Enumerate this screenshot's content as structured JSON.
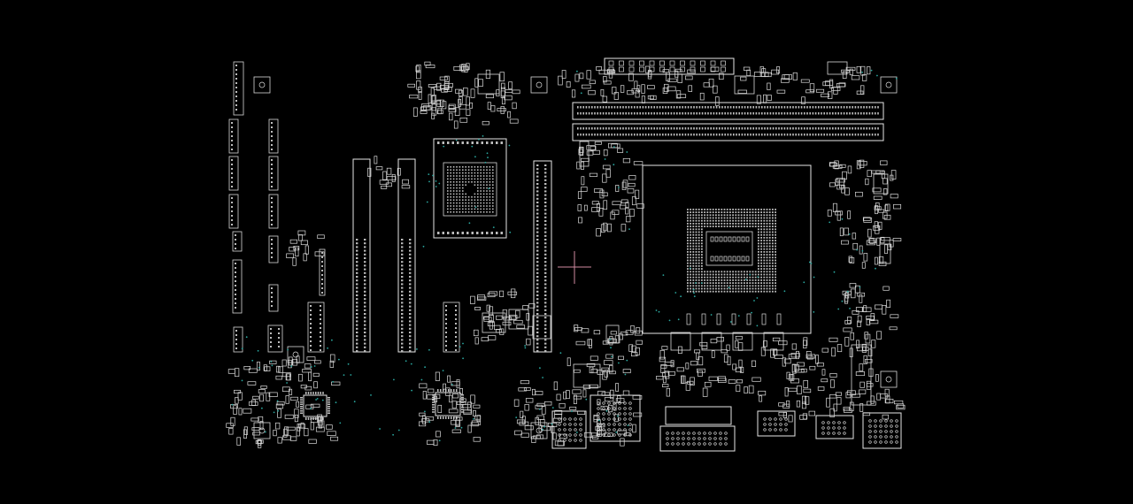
{
  "viewer": {
    "background": "#000000",
    "outline_color": "#e6e6e6",
    "pad_color": "#bdbdbd",
    "via_color": "#2aa8a0",
    "cursor_color": "#d08aa0",
    "cursor_icon": "crosshair-icon"
  },
  "board": {
    "components": [
      "cpu-socket",
      "pcie-slot-x16",
      "pcie-slot-x1",
      "dimm-slot-1",
      "dimm-slot-2",
      "chipset-bga",
      "atx-power-24pin",
      "back-panel-io",
      "fan-headers",
      "front-panel-headers",
      "audio-codec",
      "superio-chip"
    ]
  }
}
